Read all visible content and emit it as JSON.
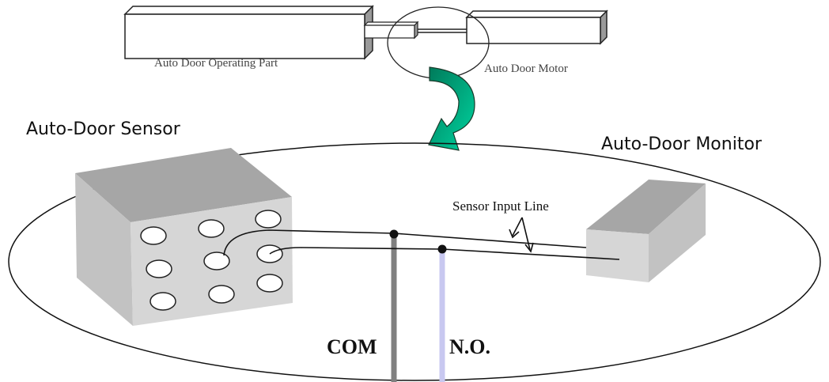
{
  "labels": {
    "operating_part": "Auto Door Operating Part",
    "motor": "Auto Door Motor",
    "sensor": "Auto-Door Sensor",
    "monitor": "Auto-Door Monitor",
    "sensor_input_line": "Sensor Input Line",
    "com": "COM",
    "no": "N.O."
  },
  "colors": {
    "com_wire": "#808080",
    "no_wire": "#c8c8f0",
    "arrow_dark": "#007a5a",
    "arrow_light": "#00d4a0",
    "box_front": "#d6d6d6",
    "box_top": "#a6a6a6",
    "box_side": "#c2c2c2"
  },
  "icons": {
    "curved_arrow": "curved-down-arrow-icon"
  }
}
